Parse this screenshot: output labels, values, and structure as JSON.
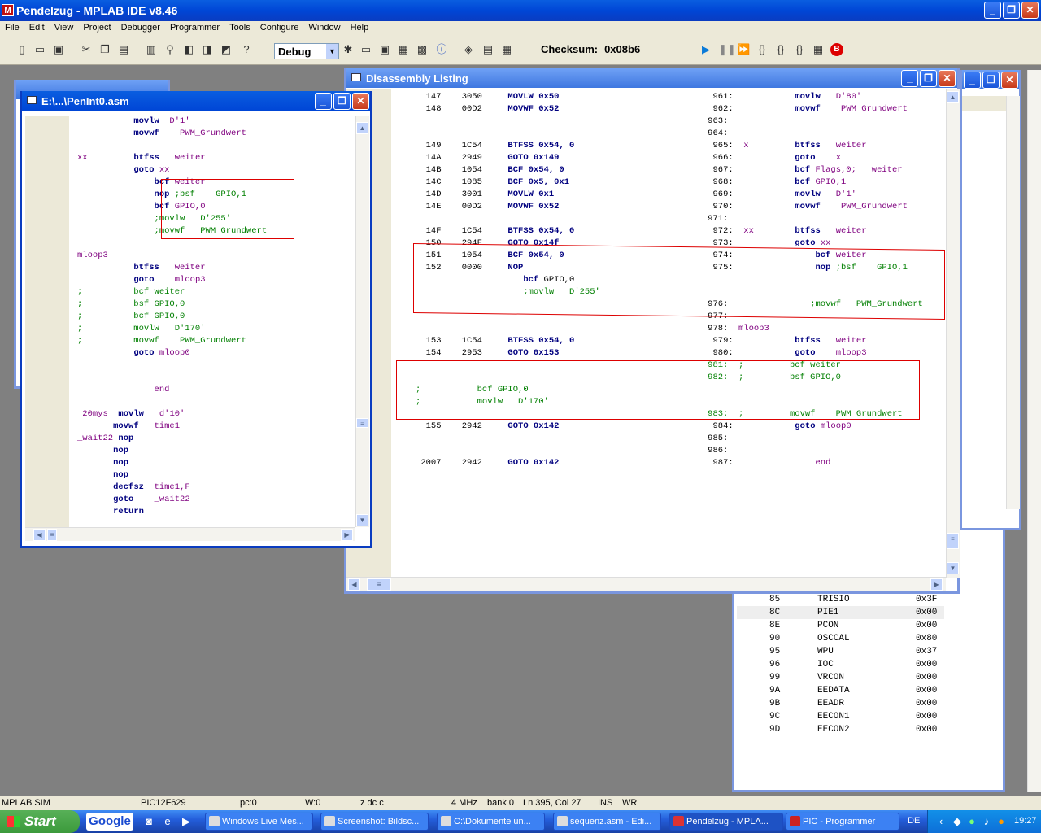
{
  "app": {
    "title": "Pendelzug - MPLAB IDE v8.46",
    "icon": "MPLAB"
  },
  "menu": [
    "File",
    "Edit",
    "View",
    "Project",
    "Debugger",
    "Programmer",
    "Tools",
    "Configure",
    "Window",
    "Help"
  ],
  "toolbar": {
    "config": "Debug",
    "checksum_label": "Checksum:",
    "checksum_value": "0x08b6"
  },
  "asm_window": {
    "title": "E:\\...\\PenInt0.asm"
  },
  "disasm_window": {
    "title": "Disassembly Listing"
  },
  "registers": [
    {
      "addr": "85",
      "name": "TRISIO",
      "val": "0x3F"
    },
    {
      "addr": "8C",
      "name": "PIE1",
      "val": "0x00"
    },
    {
      "addr": "8E",
      "name": "PCON",
      "val": "0x00"
    },
    {
      "addr": "90",
      "name": "OSCCAL",
      "val": "0x80"
    },
    {
      "addr": "95",
      "name": "WPU",
      "val": "0x37"
    },
    {
      "addr": "96",
      "name": "IOC",
      "val": "0x00"
    },
    {
      "addr": "99",
      "name": "VRCON",
      "val": "0x00"
    },
    {
      "addr": "9A",
      "name": "EEDATA",
      "val": "0x00"
    },
    {
      "addr": "9B",
      "name": "EEADR",
      "val": "0x00"
    },
    {
      "addr": "9C",
      "name": "EECON1",
      "val": "0x00"
    },
    {
      "addr": "9D",
      "name": "EECON2",
      "val": "0x00"
    }
  ],
  "status": {
    "tool": "MPLAB SIM",
    "device": "PIC12F629",
    "pc": "pc:0",
    "w": "W:0",
    "flags": "z dc c",
    "freq": "4 MHz",
    "bank": "bank 0",
    "pos": "Ln 395, Col 27",
    "ins": "INS",
    "wr": "WR"
  },
  "taskbar": {
    "start": "Start",
    "google": "Google",
    "items": [
      "Windows Live Mes...",
      "Screenshot: Bildsc...",
      "C:\\Dokumente un...",
      "sequenz.asm - Edi...",
      "Pendelzug - MPLA...",
      "PIC - Programmer"
    ],
    "lang": "DE",
    "clock": "19:27"
  }
}
